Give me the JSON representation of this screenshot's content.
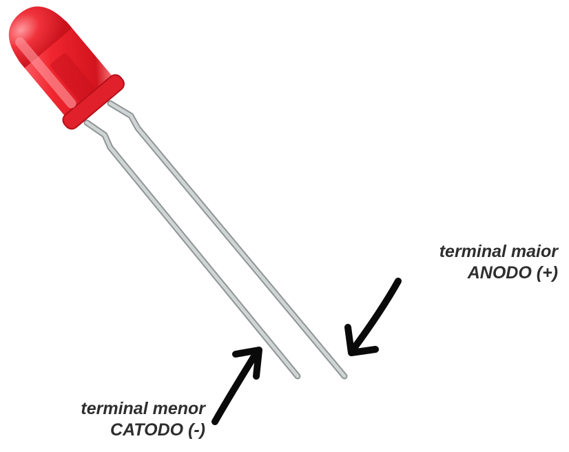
{
  "anode": {
    "line1": "terminal maior",
    "line2": "ANODO (+)"
  },
  "cathode": {
    "line1": "terminal menor",
    "line2": "CATODO (-)"
  },
  "colors": {
    "led_body": "#e8202c",
    "led_highlight": "#ff7b82",
    "led_dark": "#b3101a",
    "lead": "#bfc4c4",
    "lead_shadow": "#8f9595",
    "arrow": "#0a0a0a",
    "text": "#2e2e2e"
  }
}
